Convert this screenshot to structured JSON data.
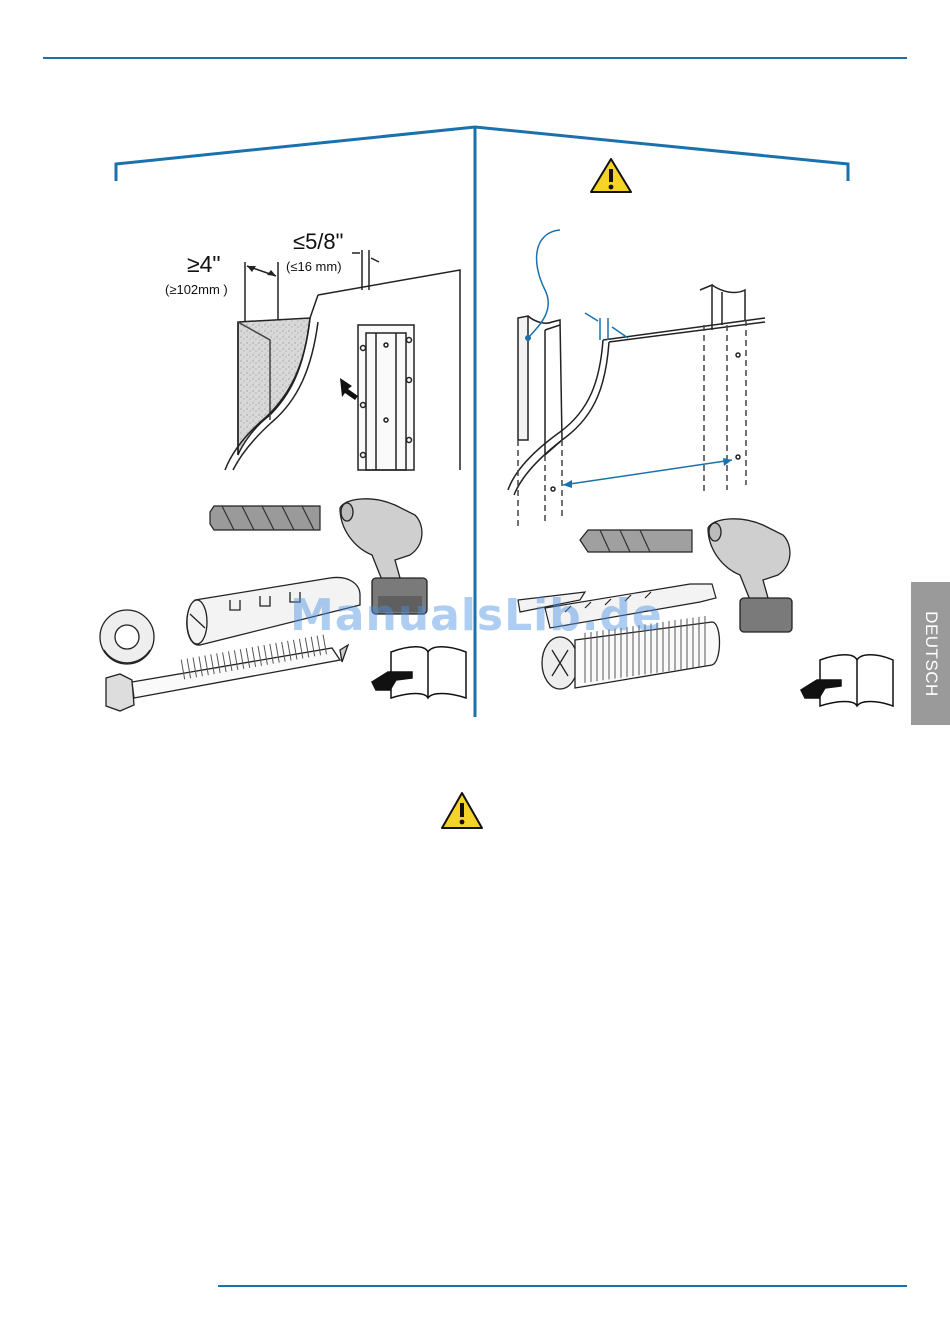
{
  "figure": {
    "dim_left": "≥4\"",
    "dim_left_mm": "(≥102mm )",
    "dim_gap": "≤5/8\"",
    "dim_gap_mm": "(≤16 mm)"
  },
  "side_tab": {
    "label": "DEUTSCH"
  },
  "watermark": {
    "text": "ManualsLib.de"
  },
  "colors": {
    "accent": "#1a72ad",
    "warning": "#f5d328",
    "tab": "#9a9a9a"
  },
  "icons": [
    "warning-icon",
    "manual-book-icon",
    "drill-icon",
    "drill-bit-icon",
    "bolt-icon",
    "screw-icon",
    "wall-anchor-icon",
    "washer-icon"
  ]
}
